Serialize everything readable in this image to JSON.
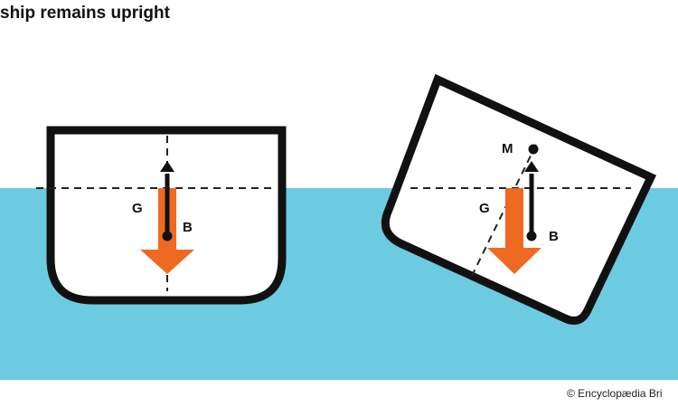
{
  "title": "ship remains upright",
  "credit": "© Encyclopædia Bri",
  "colors": {
    "water": "#6ccbe0",
    "hull_outline": "#111111",
    "hull_fill": "#ffffff",
    "arrow_orange": "#ee6a22",
    "arrow_black": "#111111",
    "dashed_line": "#222222"
  },
  "left_ship": {
    "labels": {
      "g": "G",
      "b": "B"
    }
  },
  "right_ship": {
    "labels": {
      "m": "M",
      "g": "G",
      "b": "B"
    }
  }
}
